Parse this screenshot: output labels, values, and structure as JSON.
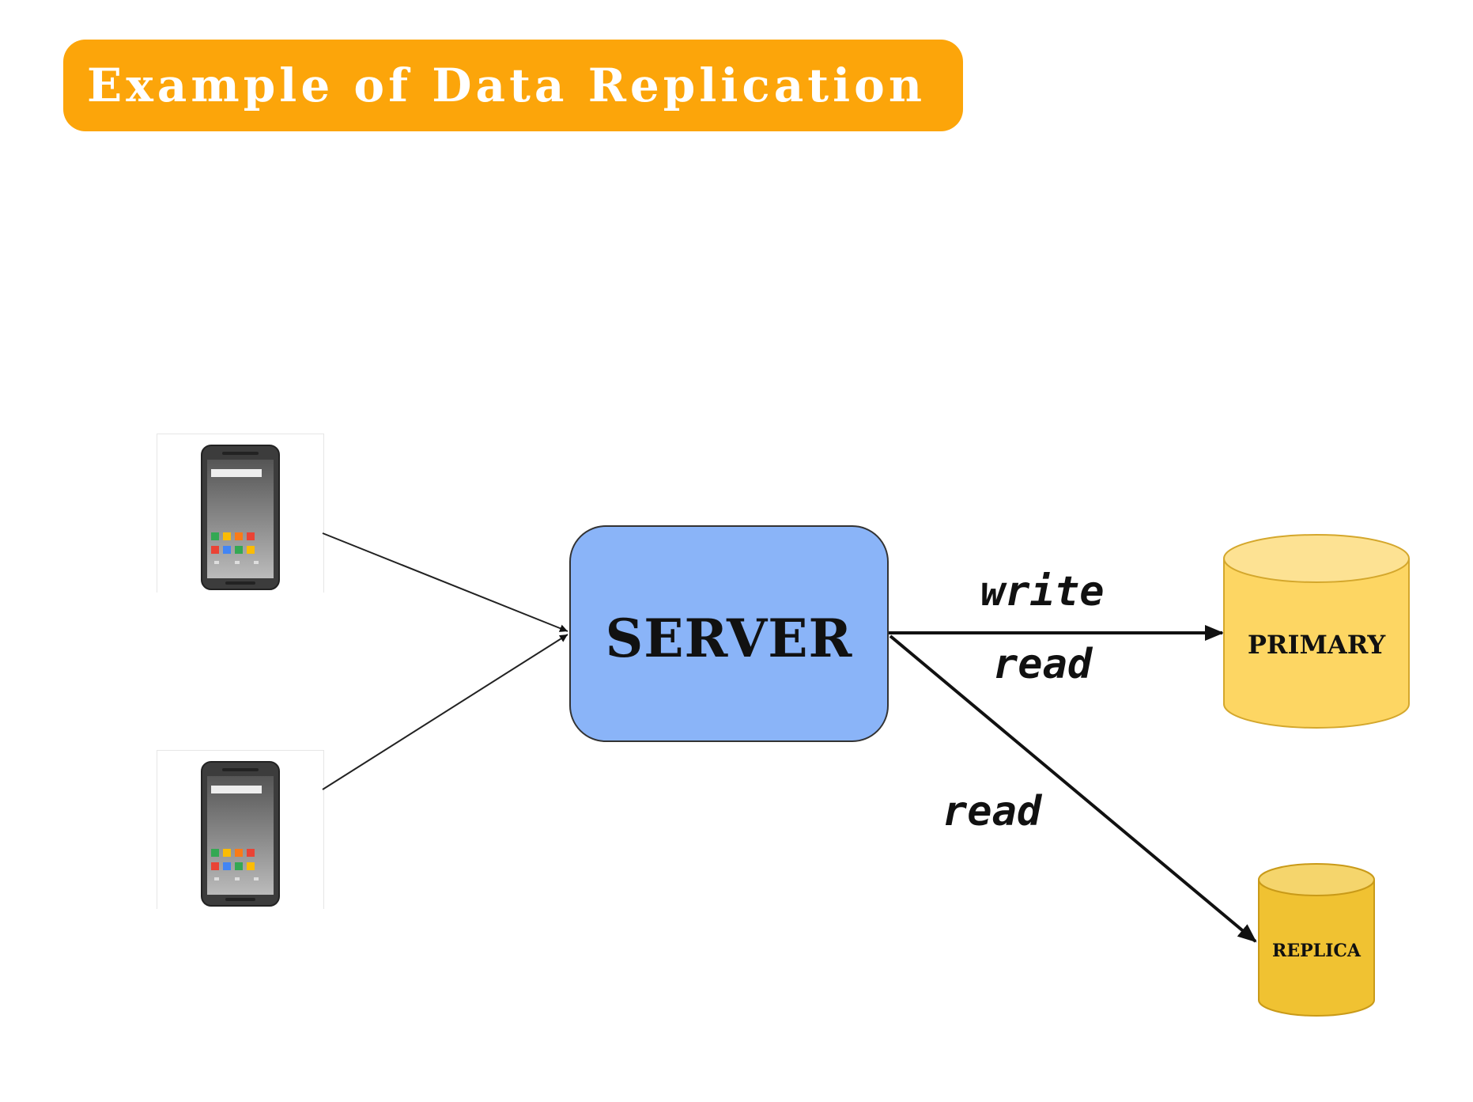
{
  "title": "Example of Data Replication",
  "nodes": {
    "server": "SERVER",
    "primary": "PRIMARY",
    "replica": "REPLICA"
  },
  "edges": {
    "write": "write",
    "read_primary": "read",
    "read_replica": "read"
  },
  "colors": {
    "title_banner": "#fca50a",
    "server_fill": "#8ab4f8",
    "primary_fill": "#fdd663",
    "replica_fill": "#f0c232"
  },
  "icons": [
    "phone-icon",
    "phone-icon"
  ]
}
